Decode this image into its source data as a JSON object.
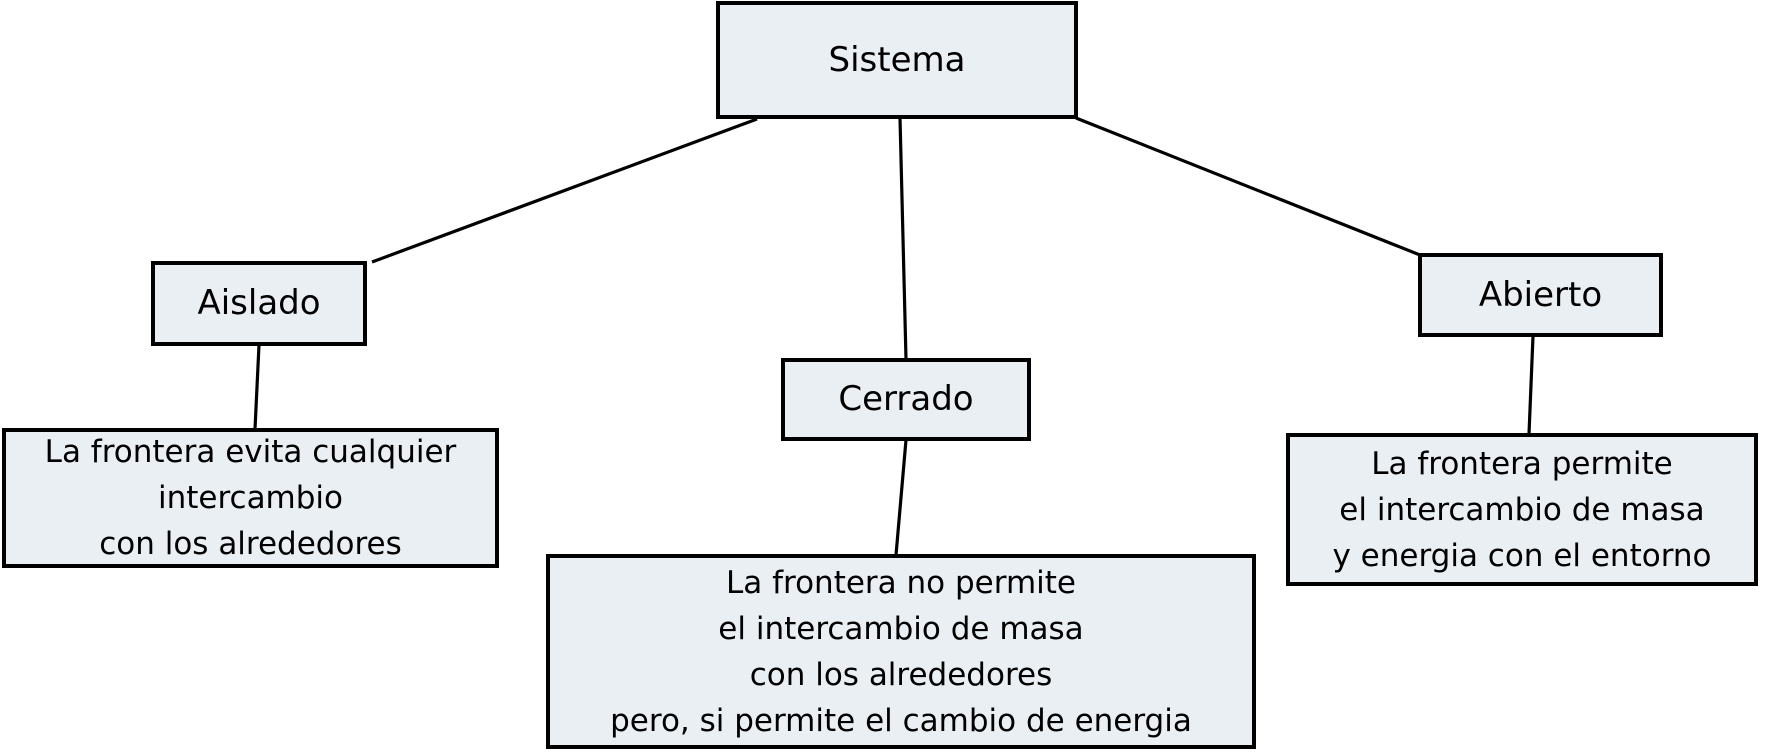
{
  "diagram": {
    "colors": {
      "box_fill": "#e9eff3",
      "box_border": "#000000",
      "line": "#000000",
      "text": "#000000",
      "background": "#ffffff"
    },
    "root": {
      "label": "Sistema"
    },
    "branches": [
      {
        "label": "Aislado",
        "description": "La frontera evita cualquier\nintercambio\ncon los alrededores"
      },
      {
        "label": "Cerrado",
        "description": "La frontera no permite\nel intercambio de masa\ncon los alrededores\npero, si permite el cambio de energia"
      },
      {
        "label": "Abierto",
        "description": "La frontera permite\nel intercambio de masa\ny energia con el entorno"
      }
    ]
  }
}
